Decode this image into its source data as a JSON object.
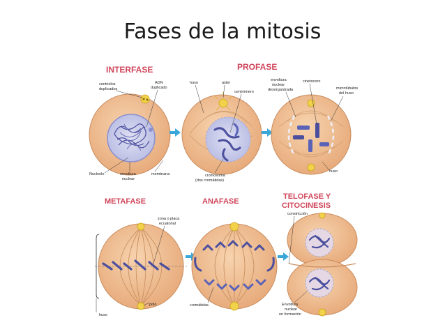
{
  "slide": {
    "title": "Fases de la mitosis"
  },
  "phases": {
    "interfase": "INTERFASE",
    "profase": "PROFASE",
    "metafase": "METAFASE",
    "anafase": "ANAFASE",
    "telofase_line1": "TELOFASE Y",
    "telofase_line2": "CITOCINESIS"
  },
  "labels": {
    "centriolos1": "centriolos",
    "centriolos2": "duplicados",
    "adn1": "ADN",
    "adn2": "duplicado",
    "nucleolo": "Nucleolo",
    "envoltura1": "envoltura",
    "envoltura2": "nuclear",
    "membrana": "membrana",
    "huso_pro": "huso",
    "aster": "aster",
    "centromero": "centrómero",
    "cromosoma1": "cromosoma",
    "cromosoma2": "(dos cromátidas)",
    "env_desorg1": "envoltura",
    "env_desorg2": "nuclear",
    "env_desorg3": "desorganizada",
    "cinetocoro": "cinetocoro",
    "microtubulos1": "microtúbulos",
    "microtubulos2": "del huso",
    "huso_pro2": "huso",
    "zona1": "zona o placa",
    "zona2": "ecuatorial",
    "huso_meta": "huso",
    "polo": "polo",
    "cromatidas": "cromátidas",
    "constriccion": "constricción",
    "env_form1": "Envoltura",
    "env_form2": "nuclear",
    "env_form3": "en formación"
  },
  "colors": {
    "cell": "#eeb98c",
    "cell_edge": "#c98c5e",
    "chromosome": "#5a63b8",
    "nucleus": "#c9cbe8",
    "arrow": "#3ba7d8",
    "heading": "#d0455a",
    "centrosome": "#f1d24a"
  }
}
